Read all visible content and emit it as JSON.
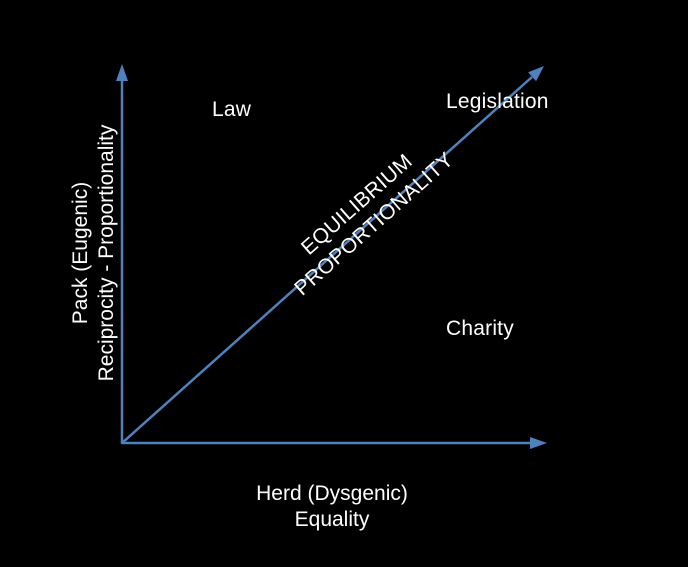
{
  "colors": {
    "background": "#000000",
    "axis": "#4f81bd",
    "text": "#ffffff"
  },
  "diagram": {
    "y_axis": {
      "line1": "Pack (Eugenic)",
      "line2": "Reciprocity - Proportionality"
    },
    "x_axis": {
      "line1": "Herd (Dysgenic)",
      "line2": "Equality"
    },
    "regions": {
      "top_left": "Law",
      "top_right": "Legislation",
      "bottom_right": "Charity"
    },
    "diagonal": {
      "line1": "EQUILIBRIUM",
      "line2": "PROPORTIONALITY"
    }
  }
}
